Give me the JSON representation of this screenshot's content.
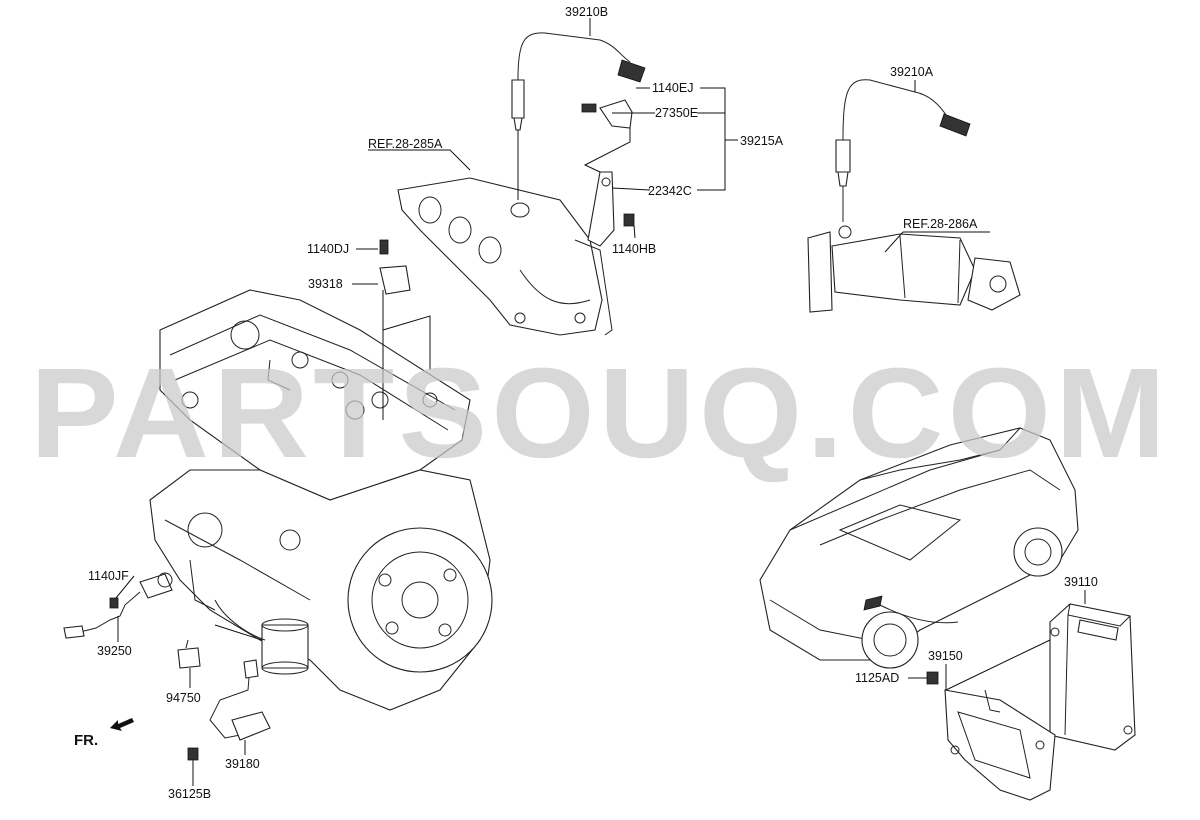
{
  "watermark": "PARTSOUQ.COM",
  "direction_marker": "FR.",
  "part_labels": {
    "p39210B": "39210B",
    "p1140EJ": "1140EJ",
    "p27350E": "27350E",
    "p39215A": "39215A",
    "p22342C": "22342C",
    "p1140HB": "1140HB",
    "ref285A": "REF.28-285A",
    "p1140DJ": "1140DJ",
    "p39318": "39318",
    "p39210A": "39210A",
    "ref286A": "REF.28-286A",
    "p1140JF": "1140JF",
    "p39250": "39250",
    "p94750": "94750",
    "p39180": "39180",
    "p36125B": "36125B",
    "p39110": "39110",
    "p39150": "39150",
    "p1125AD": "1125AD"
  }
}
